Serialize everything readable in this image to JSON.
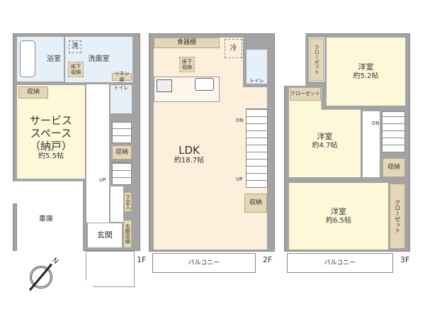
{
  "floor1": {
    "label": "1F",
    "bath": "浴室",
    "washroom": "洗面室",
    "washer": "洗",
    "underfloor": "床下収納",
    "linen": "リネン庫",
    "toilet": "トイレ",
    "storage1": "収納",
    "storage2": "収納",
    "service_space": "サービス\nスペース\n（納戸）",
    "service_size": "約5.5帖",
    "up": "UP",
    "shoe": "下足入",
    "entrance": "玄関",
    "entrance_storage": "玄関収納",
    "garage": "車庫",
    "compass": "N"
  },
  "floor2": {
    "label": "2F",
    "cupboard": "食器棚",
    "fridge": "冷",
    "underfloor": "床下収納",
    "toilet": "トイレ",
    "ldk": "LDK",
    "ldk_size": "約18.7帖",
    "dn": "DN",
    "up": "UP",
    "storage": "収納",
    "balcony": "バルコニー"
  },
  "floor3": {
    "label": "3F",
    "room1": "洋室",
    "room1_size": "約5.2帖",
    "closet1": "クローゼット",
    "room2": "洋室",
    "room2_size": "約4.7帖",
    "closet2": "クローゼット",
    "dn": "DN",
    "storage": "収納",
    "room3": "洋室",
    "room3_size": "約6.5帖",
    "closet3": "クローゼット",
    "balcony": "バルコニー"
  }
}
